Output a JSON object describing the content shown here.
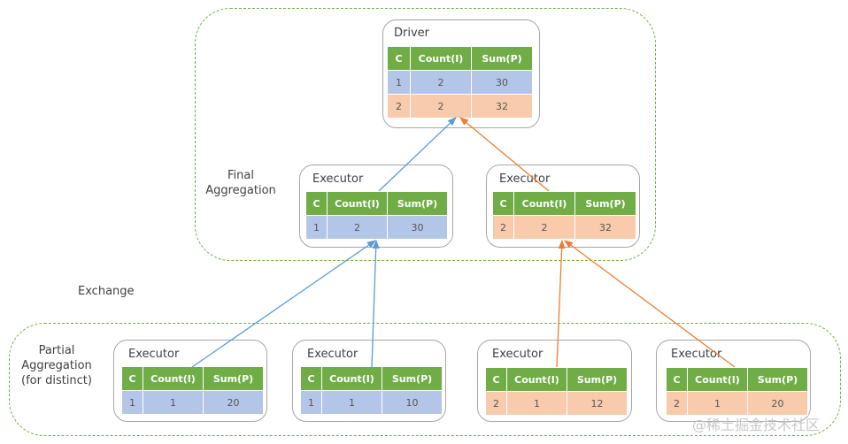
{
  "labels": {
    "final_aggregation": "Final\nAggregation",
    "exchange": "Exchange",
    "partial_aggregation": "Partial\nAggregation\n(for distinct)"
  },
  "headers": [
    "C",
    "Count(I)",
    "Sum(P)"
  ],
  "colors": {
    "green": "#70ad47",
    "blue_row": "#b4c6e7",
    "orange_row": "#f8cbad",
    "blue_arrow": "#5b9bd5",
    "orange_arrow": "#ed7d31"
  },
  "driver": {
    "title": "Driver",
    "rows": [
      [
        "1",
        "2",
        "30"
      ],
      [
        "2",
        "2",
        "32"
      ]
    ]
  },
  "final_executors": [
    {
      "title": "Executor",
      "rows": [
        [
          "1",
          "2",
          "30"
        ]
      ]
    },
    {
      "title": "Executor",
      "rows": [
        [
          "2",
          "2",
          "32"
        ]
      ]
    }
  ],
  "partial_executors": [
    {
      "title": "Executor",
      "rows": [
        [
          "1",
          "1",
          "20"
        ]
      ]
    },
    {
      "title": "Executor",
      "rows": [
        [
          "1",
          "1",
          "10"
        ]
      ]
    },
    {
      "title": "Executor",
      "rows": [
        [
          "2",
          "1",
          "12"
        ]
      ]
    },
    {
      "title": "Executor",
      "rows": [
        [
          "2",
          "1",
          "20"
        ]
      ]
    }
  ],
  "watermark": "@稀土掘金技术社区"
}
